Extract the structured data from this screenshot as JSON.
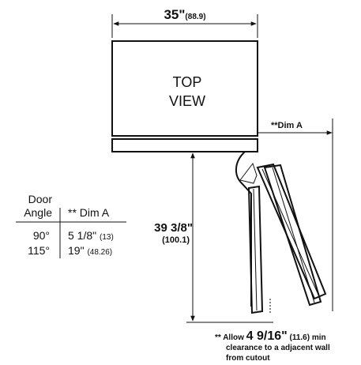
{
  "top_width": {
    "inches": "35\"",
    "cm": "(88.9)"
  },
  "cabinet": {
    "line1": "TOP",
    "line2": "VIEW"
  },
  "dim_a_label": "**Dim A",
  "depth": {
    "inches": "39 3/8\"",
    "cm": "(100.1)"
  },
  "table": {
    "header_left_line1": "Door",
    "header_left_line2": "Angle",
    "header_right": "** Dim A",
    "rows": [
      {
        "angle": "90°",
        "value": "5 1/8\"",
        "cm": "(13)"
      },
      {
        "angle": "115°",
        "value": "19\"",
        "cm": "(48.26)"
      }
    ]
  },
  "note": {
    "prefix": "** Allow",
    "value": "4 9/16\"",
    "cm": "(11.6)",
    "suffix": "min",
    "line2": "clearance to a adjacent wall",
    "line3": "from cutout"
  }
}
